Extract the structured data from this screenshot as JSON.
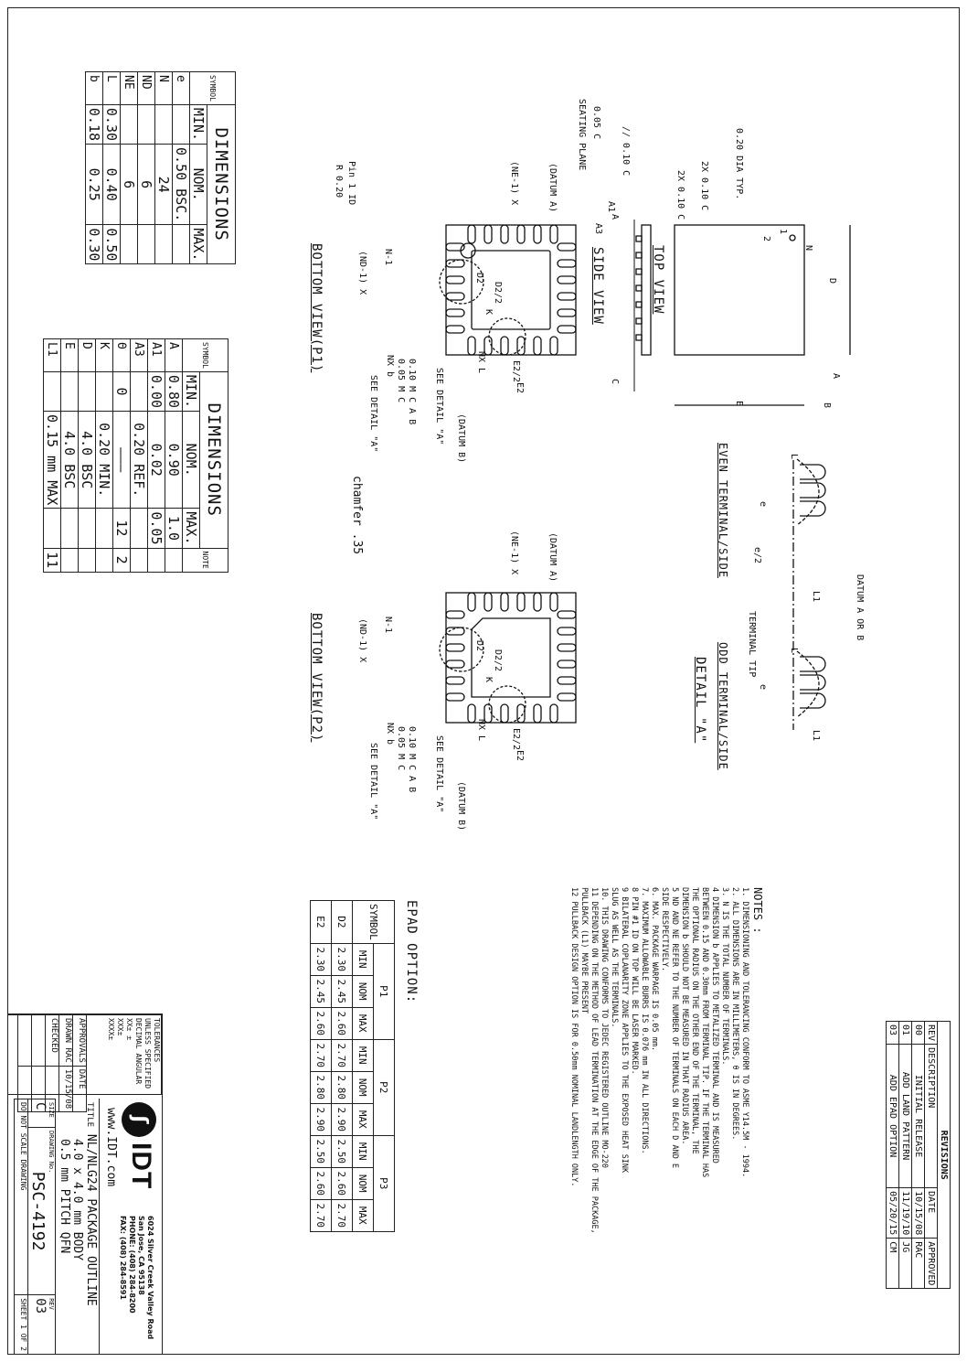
{
  "dim_table_1": {
    "title": "DIMENSIONS",
    "symbol_header": "SYMBOL",
    "headers": [
      "MIN.",
      "NOM.",
      "MAX."
    ],
    "rows": [
      {
        "sym": "e",
        "min": "",
        "nom": "0.50 BSC.",
        "max": ""
      },
      {
        "sym": "N",
        "min": "",
        "nom": "24",
        "max": ""
      },
      {
        "sym": "ND",
        "min": "",
        "nom": "6",
        "max": ""
      },
      {
        "sym": "NE",
        "min": "",
        "nom": "6",
        "max": ""
      },
      {
        "sym": "L",
        "min": "0.30",
        "nom": "0.40",
        "max": "0.50"
      },
      {
        "sym": "b",
        "min": "0.18",
        "nom": "0.25",
        "max": "0.30"
      }
    ]
  },
  "dim_table_2": {
    "title": "DIMENSIONS",
    "symbol_header": "SYMBOL",
    "note_header": "NOTE",
    "headers": [
      "MIN.",
      "NOM.",
      "MAX."
    ],
    "rows": [
      {
        "sym": "A",
        "min": "0.80",
        "nom": "0.90",
        "max": "1.0",
        "note": ""
      },
      {
        "sym": "A1",
        "min": "0.00",
        "nom": "0.02",
        "max": "0.05",
        "note": ""
      },
      {
        "sym": "A3",
        "min": "",
        "nom": "0.20 REF.",
        "max": "",
        "note": ""
      },
      {
        "sym": "Θ",
        "min": "0",
        "nom": "———",
        "max": "12",
        "note": "2"
      },
      {
        "sym": "K",
        "min": "",
        "nom": "0.20 MIN.",
        "max": "",
        "note": ""
      },
      {
        "sym": "D",
        "min": "",
        "nom": "4.0 BSC",
        "max": "",
        "note": ""
      },
      {
        "sym": "E",
        "min": "",
        "nom": "4.0 BSC",
        "max": "",
        "note": ""
      },
      {
        "sym": "L1",
        "min": "",
        "nom": "0.15 mm MAX",
        "max": "",
        "note": "11"
      }
    ]
  },
  "views": {
    "top": "TOP VIEW",
    "side": "SIDE VIEW",
    "bottom_p1": "BOTTOM VIEW(P1)",
    "bottom_p2": "BOTTOM VIEW(P2)",
    "detail": "DETAIL \"A\"",
    "even_terminal": "EVEN TERMINAL/SIDE",
    "odd_terminal": "ODD TERMINAL/SIDE"
  },
  "labels": {
    "dia": "0.20 DIA TYP.",
    "datum_a": "(DATUM A)",
    "datum_b": "(DATUM B)",
    "datum_ab": "DATUM A OR B",
    "see_detail": "SEE DETAIL \"A\"",
    "pin1": "Pin 1 ID",
    "pin1_r": "R 0.20",
    "chamfer": "chamfer .35",
    "seating": "SEATING PLANE",
    "terminal_tip": "TERMINAL TIP",
    "ne": "(NE-1) X",
    "nd": "(ND-1) X",
    "fcf1": "0.10 M C A B",
    "fcf2": "0.05 M C",
    "par": "// 0.10 C",
    "flat1": "2X 0.10 C",
    "flat2": "2X 0.10 C",
    "cop": "0.05 C",
    "D": "D",
    "E": "E",
    "D2": "D2",
    "E2": "E2",
    "D2h": "D2/2",
    "E2h": "E2/2",
    "K": "K",
    "L": "L",
    "NXL": "NX L",
    "NXb": "NX b",
    "A": "A",
    "A1": "A1",
    "A3": "A3",
    "C": "C",
    "Bx": "B",
    "Ax": "A",
    "N": "N",
    "N1": "N-1",
    "one": "1",
    "two": "2",
    "e": "e",
    "e2": "e/2",
    "L1": "L1"
  },
  "notes": {
    "title": "NOTES :",
    "lines": [
      "1. DIMENSIONING AND TOLERANCING CONFORM TO ASME Y14.5M - 1994.",
      "2. ALL DIMENSIONS ARE IN MILLIMETERS, θ IS IN DEGREES.",
      "3. N IS THE TOTAL NUMBER OF TERMINALS.",
      "4  DIMENSION b APPLIES TO METALIZED TERMINAL AND IS MEASURED",
      "   BETWEEN 0.15 AND 0.30mm FROM TERMINAL TIP. IF THE TERMINAL HAS",
      "   THE OPTIONAL RADIUS ON THE OTHER END OF THE TERMINAL, THE",
      "   DIMENSION b SHOULD NOT BE MEASURED IN THAT RADIUS AREA.",
      "5  ND AND NE REFER TO THE NUMBER OF TERMINALS ON EACH D AND E",
      "   SIDE RESPECTIVELY.",
      "6. MAX. PACKAGE WARPAGE IS 0.05 mm.",
      "7. MAXIMUM ALLOWABLE BURRS IS 0.076 mm IN ALL DIRECTIONS.",
      "8  PIN #1 ID ON TOP WILL BE LASER MARKED.",
      "9  BILATERAL COPLANARITY ZONE APPLIES TO THE EXPOSED HEAT SINK",
      "   SLUG AS WELL AS THE TERMINALS.",
      "10. THIS DRAWING CONFORMS TO JEDEC REGISTERED OUTLINE MO-220",
      "11 DEPENDING ON THE METHOD OF LEAD TERMINATION AT THE EDGE OF THE PACKAGE,",
      "   PULLBACK (L1) MAYBE PRESENT",
      "12 PULLBACK DESIGN OPTION IS FOR 0.50mm NOMINAL LANDLENGTH ONLY."
    ]
  },
  "epad": {
    "title": "EPAD OPTION:",
    "symbol": "SYMBOL",
    "groups": [
      "P1",
      "P2",
      "P3"
    ],
    "sub": [
      "MIN",
      "NOM",
      "MAX"
    ],
    "rows": [
      {
        "sym": "D2",
        "vals": [
          "2.30",
          "2.45",
          "2.60",
          "2.70",
          "2.80",
          "2.90",
          "2.50",
          "2.60",
          "2.70"
        ]
      },
      {
        "sym": "E2",
        "vals": [
          "2.30",
          "2.45",
          "2.60",
          "2.70",
          "2.80",
          "2.90",
          "2.50",
          "2.60",
          "2.70"
        ]
      }
    ]
  },
  "revisions": {
    "title": "REVISIONS",
    "headers": [
      "REV",
      "DESCRIPTION",
      "DATE",
      "APPROVED"
    ],
    "rows": [
      [
        "00",
        "INITIAL RELEASE",
        "10/15/08",
        "RAC"
      ],
      [
        "01",
        "ADD LAND PATTERN",
        "11/19/10",
        "JG"
      ],
      [
        "03",
        "ADD EPAD OPTION",
        "05/20/15",
        "CM"
      ]
    ]
  },
  "title_block": {
    "tol1": "TOLERANCES",
    "tol2": "UNLESS SPECIFIED",
    "tol3": "DECIMAL    ANGULAR",
    "tol4": "XX±          ±",
    "tol5": "XXX±",
    "tol6": "XXXX±",
    "approvals": "APPROVALS",
    "date": "DATE",
    "drawn": "DRAWN",
    "drawn_by": "RAC",
    "drawn_date": "10/15/08",
    "checked": "CHECKED",
    "logo": "IDT",
    "addr1": "6024 Silver Creek Valley Road",
    "addr2": "San Jose, CA 95138",
    "phone": "PHONE: (408) 284-8200",
    "fax": "FAX: (408) 284-8591",
    "web": "www.IDT.com",
    "title_lbl": "TITLE",
    "title1": "NL/NLG24 PACKAGE OUTLINE",
    "title2": "4.0 x 4.0 mm BODY",
    "title3": "0.5 mm PITCH QFN",
    "size_lbl": "SIZE",
    "size": "C",
    "dwg_lbl": "DRAWING No.",
    "dwg": "PSC-4192",
    "rev_lbl": "REV",
    "rev": "03",
    "noscale": "DO NOT SCALE DRAWING",
    "sheet": "SHEET 1 OF 2"
  }
}
